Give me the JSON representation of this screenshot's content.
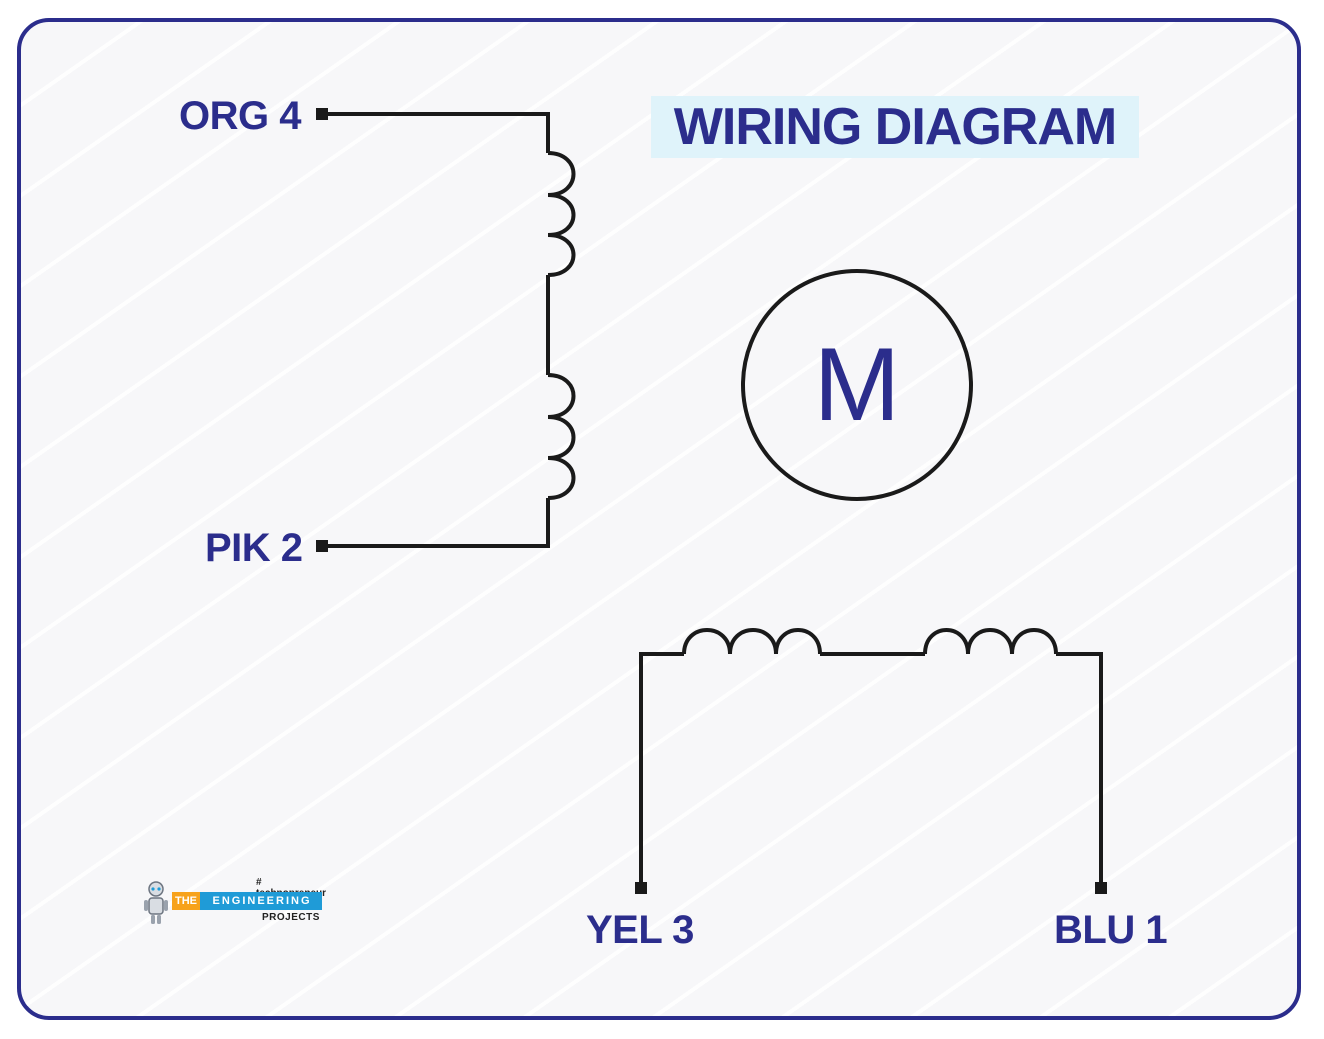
{
  "diagram": {
    "title": "WIRING DIAGRAM",
    "motor_symbol": "M",
    "terminals": {
      "org4": "ORG 4",
      "pik2": "PIK 2",
      "yel3": "YEL 3",
      "blu1": "BLU 1"
    }
  },
  "logo": {
    "tagline": "# technopreneur",
    "brand_the": "THE",
    "brand_main": "ENGINEERING",
    "brand_sub": "PROJECTS"
  },
  "colors": {
    "accent": "#2b2d8c",
    "wire": "#1a1a1a",
    "title_highlight": "#dff3fa"
  }
}
